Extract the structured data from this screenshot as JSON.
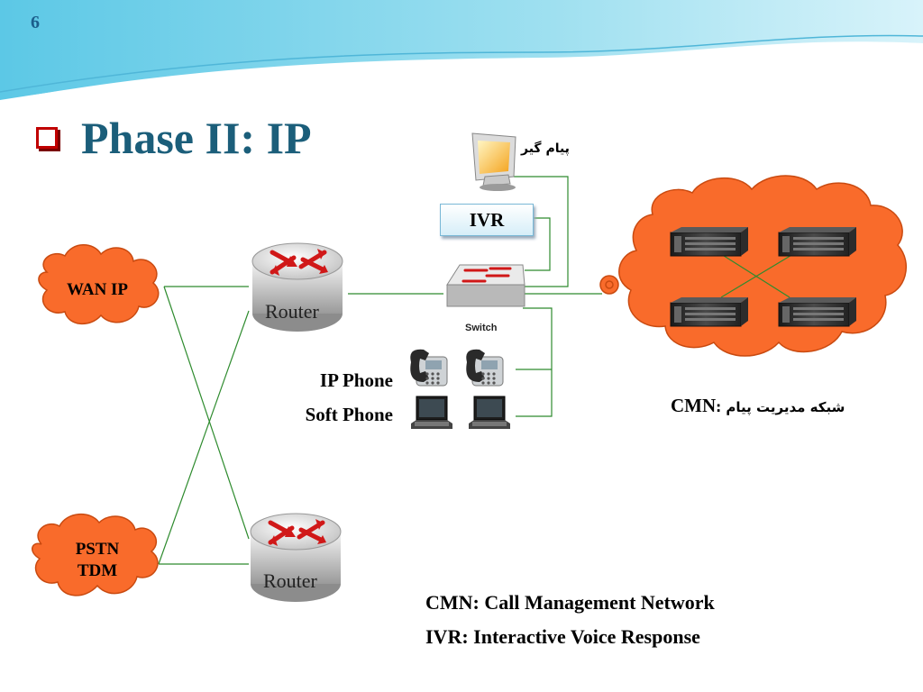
{
  "slide": {
    "number": "6",
    "title": "Phase II: IP"
  },
  "clouds": {
    "wan": "WAN IP",
    "pstn_line1": "PSTN",
    "pstn_line2": "TDM"
  },
  "routers": {
    "top_label": "Router",
    "bottom_label": "Router"
  },
  "switch": {
    "label": "Switch"
  },
  "ivr": {
    "label": "IVR"
  },
  "voicemail": {
    "label": "پیام گیر"
  },
  "devices": {
    "ip_phone": "IP Phone",
    "soft_phone": "Soft Phone"
  },
  "cmn": {
    "prefix": "CMN",
    "separator": ":",
    "persian": "شبکه مدیریت پیام"
  },
  "legend": {
    "cmn": "CMN: Call Management Network",
    "ivr": "IVR: Interactive Voice Response"
  },
  "colors": {
    "cloud": "#f96b2b",
    "line": "#2e8b2e",
    "title": "#1b5e7a",
    "bullet": "#c00000"
  }
}
